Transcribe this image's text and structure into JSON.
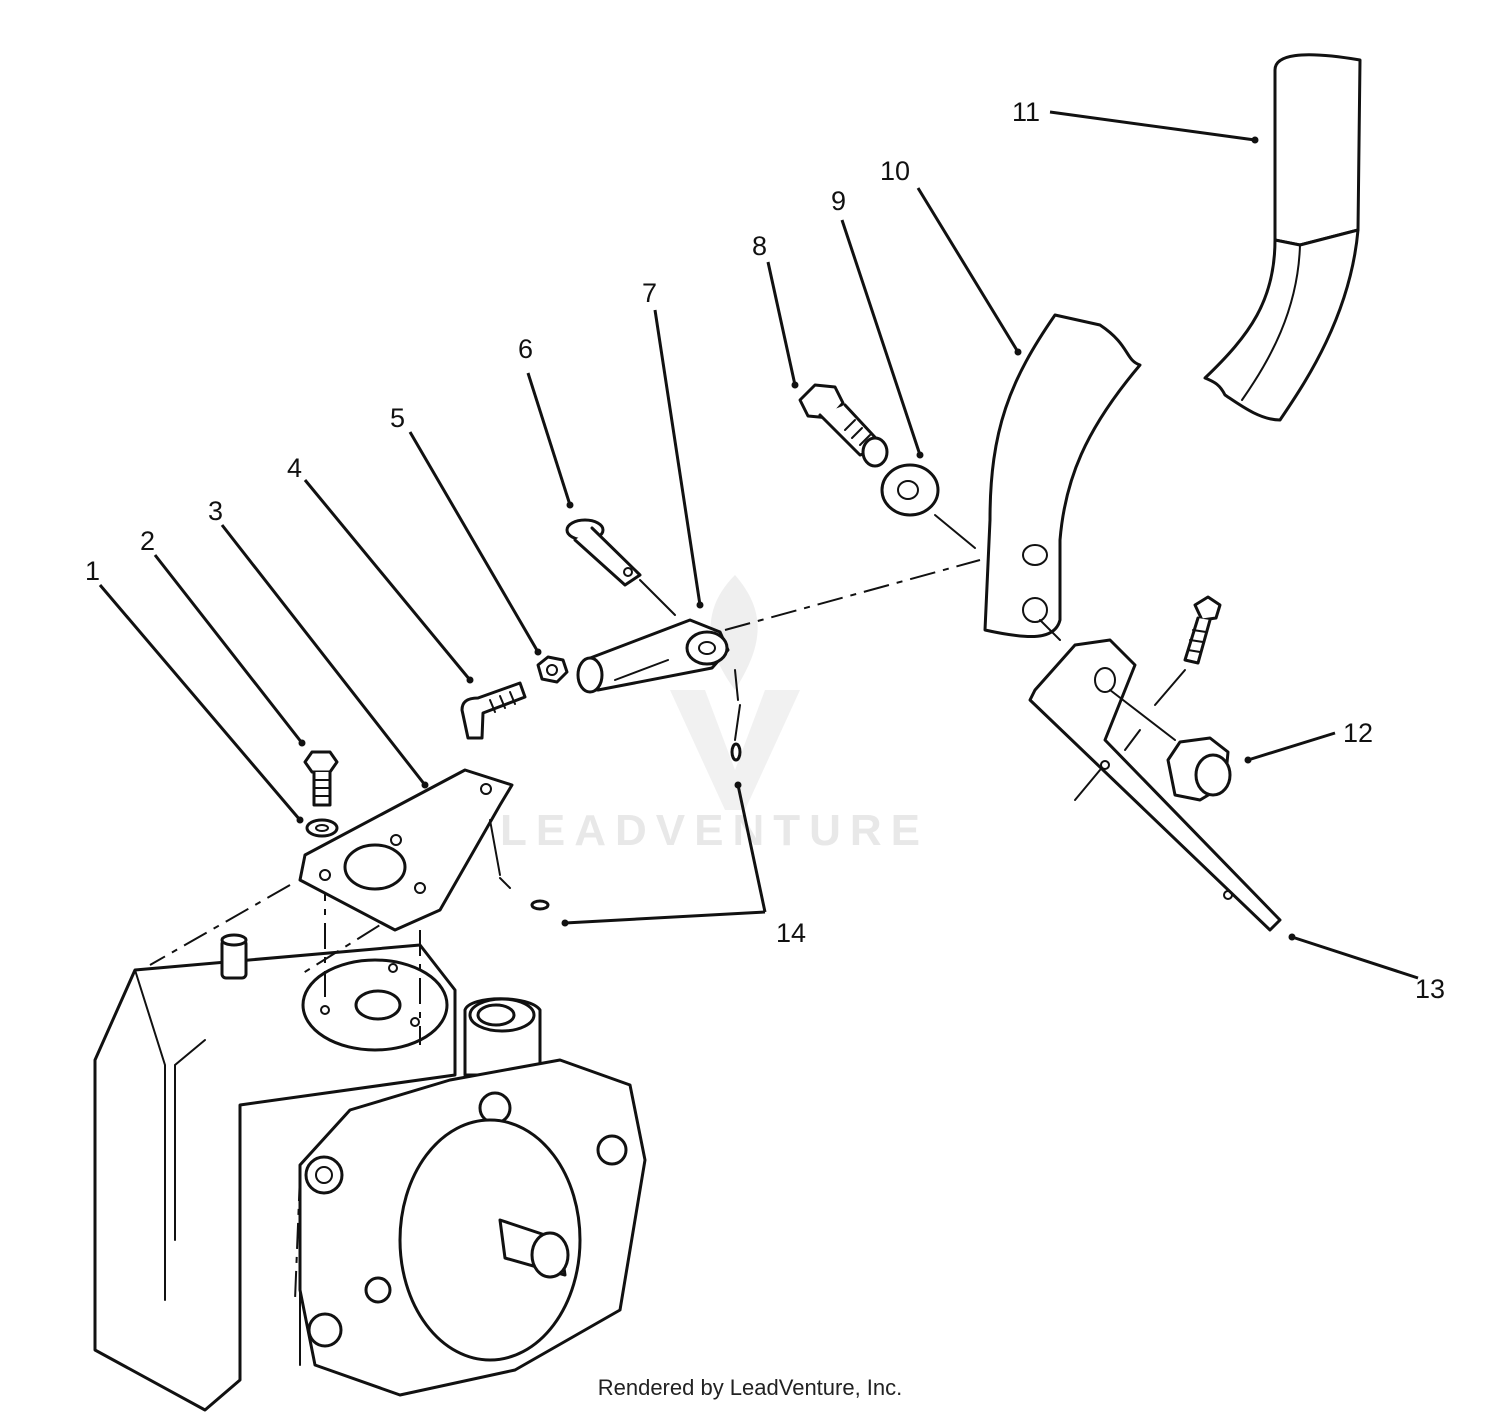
{
  "watermark": {
    "text": "LEADVENTURE"
  },
  "footer": {
    "credit": "Rendered by LeadVenture, Inc."
  },
  "callouts": [
    {
      "id": "1",
      "label": "1"
    },
    {
      "id": "2",
      "label": "2"
    },
    {
      "id": "3",
      "label": "3"
    },
    {
      "id": "4",
      "label": "4"
    },
    {
      "id": "5",
      "label": "5"
    },
    {
      "id": "6",
      "label": "6"
    },
    {
      "id": "7",
      "label": "7"
    },
    {
      "id": "8",
      "label": "8"
    },
    {
      "id": "9",
      "label": "9"
    },
    {
      "id": "10",
      "label": "10"
    },
    {
      "id": "11",
      "label": "11"
    },
    {
      "id": "12",
      "label": "12"
    },
    {
      "id": "13",
      "label": "13"
    },
    {
      "id": "14",
      "label": "14"
    }
  ]
}
